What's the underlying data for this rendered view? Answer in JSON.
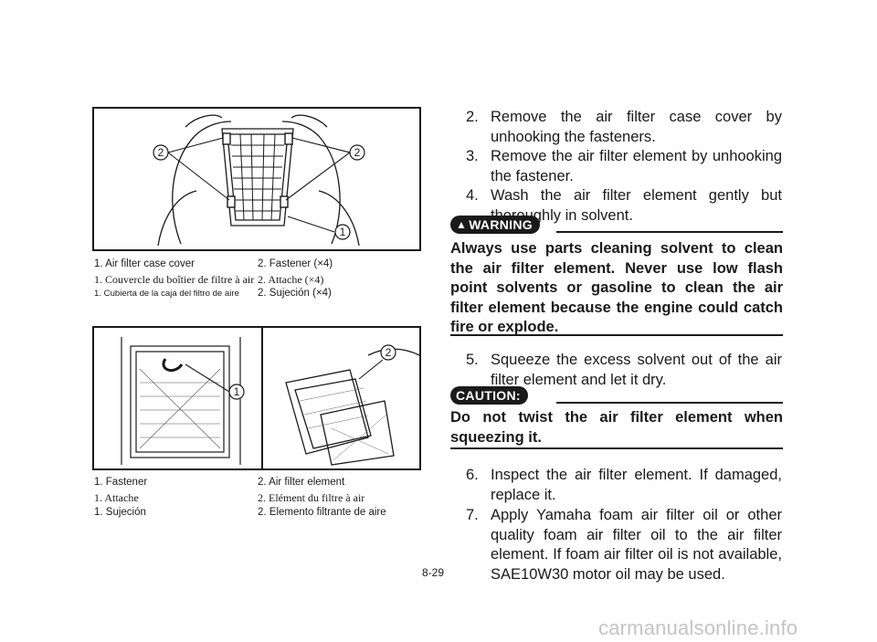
{
  "figure1": {
    "callouts": [
      "2",
      "2",
      "1"
    ],
    "captions": [
      {
        "c1": "1.  Air filter case cover",
        "c2": "2.  Fastener (×4)"
      },
      {
        "c1": "1.  Couvercle du boîtier de filtre à air",
        "c2": "2.  Attache (×4)"
      },
      {
        "c1": "1.  Cubierta de la caja del filtro de aire",
        "c2": "2.  Sujeción (×4)"
      }
    ]
  },
  "figure2": {
    "callouts": [
      "1",
      "2"
    ],
    "captions": [
      {
        "c1": "1.  Fastener",
        "c2": "2.  Air filter element"
      },
      {
        "c1": "1.  Attache",
        "c2": "2.  Elément du filtre à air"
      },
      {
        "c1": "1.  Sujeción",
        "c2": "2.  Elemento filtrante de aire"
      }
    ]
  },
  "steps_a": [
    {
      "num": "2.",
      "text": "Remove the air filter case cover by unhooking the fasteners."
    },
    {
      "num": "3.",
      "text": "Remove the air filter element by unhooking the fastener."
    },
    {
      "num": "4.",
      "text": "Wash the air filter element gently but thoroughly in solvent."
    }
  ],
  "warning": {
    "label": "WARNING",
    "text": "Always use parts cleaning solvent to clean the air filter element. Never use low flash point solvents or gasoline to clean the air filter element because the engine could catch fire or explode."
  },
  "steps_b": [
    {
      "num": "5.",
      "text": "Squeeze the excess solvent out of the air filter element and let it dry."
    }
  ],
  "caution": {
    "label": "CAUTION:",
    "text": "Do not twist the air filter element when squeezing it."
  },
  "steps_c": [
    {
      "num": "6.",
      "text": "Inspect the air filter element. If damaged, replace it."
    },
    {
      "num": "7.",
      "text": "Apply Yamaha foam air filter oil or other quality foam air filter oil to the air filter element. If foam air filter oil is not available, SAE10W30 motor oil may be used."
    }
  ],
  "page_number": "8-29",
  "watermark": "carmanualsonline.info"
}
